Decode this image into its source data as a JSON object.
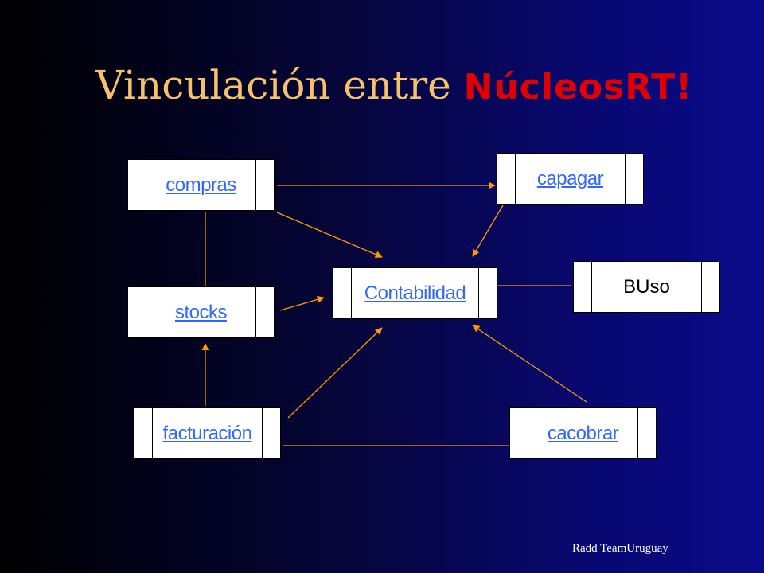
{
  "title": {
    "prefix": "Vinculación entre ",
    "accent": "NúcleosRT!"
  },
  "nodes": {
    "compras": "compras",
    "capagar": "capagar",
    "contabilidad": "Contabilidad",
    "buso": "BUso",
    "stocks": "stocks",
    "facturacion": "facturación",
    "cacobrar": "cacobrar"
  },
  "footer": "Radd TeamUruguay",
  "colors": {
    "arrow": "#ff9900",
    "title": "#f5c16a",
    "accent": "#e00000",
    "link": "#3366ff"
  }
}
